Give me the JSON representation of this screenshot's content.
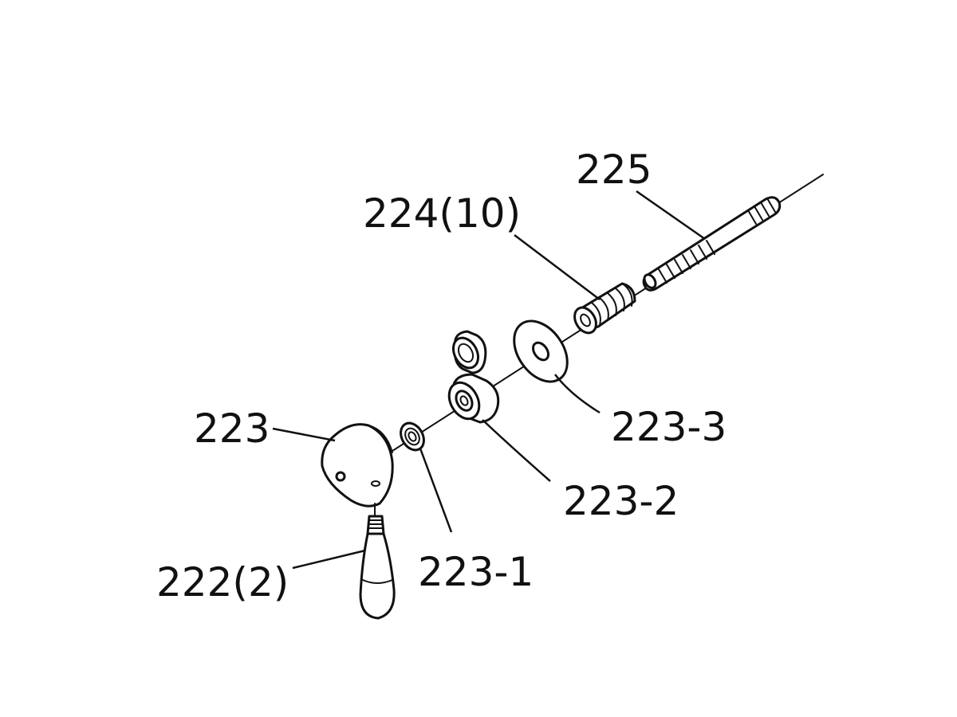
{
  "parts": {
    "p225": "225",
    "p224": "224(10)",
    "p223_3": "223-3",
    "p223": "223",
    "p223_2": "223-2",
    "p222": "222(2)",
    "p223_1": "223-1"
  },
  "colors": {
    "ink": "#111111",
    "paper": "#ffffff"
  }
}
